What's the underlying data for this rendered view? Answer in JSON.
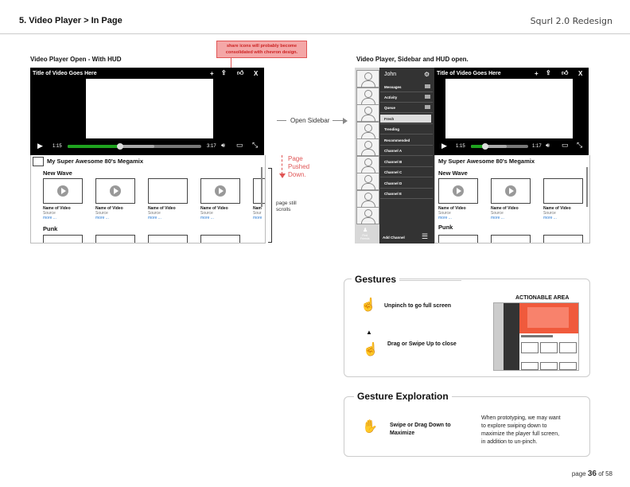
{
  "header": {
    "title": "5. Video Player > In Page",
    "brand": "Squrl 2.0 Redesign"
  },
  "left": {
    "label": "Video Player Open - With HUD",
    "note": "share icons will probably become consolidated with chevron design.",
    "player": {
      "title": "Title of Video Goes Here",
      "time_current": "1:15",
      "time_total": "3:17",
      "progress": 0.39,
      "buffered": 0.65
    },
    "mix_title": "My Super Awesome 80's Megamix",
    "categories": [
      "New Wave",
      "Punk"
    ],
    "videos": [
      {
        "name": "Name of Video",
        "source": "Source",
        "more": "more ...",
        "has_play": true
      },
      {
        "name": "Name of Video",
        "source": "Source",
        "more": "more ...",
        "has_play": true
      },
      {
        "name": "Name of Video",
        "source": "Source",
        "more": "more ...",
        "has_play": false
      },
      {
        "name": "Name of Video",
        "source": "Source",
        "more": "more ...",
        "has_play": true
      },
      {
        "name": "Nam",
        "source": "Sour",
        "more": "more",
        "has_play": false
      }
    ]
  },
  "middle": {
    "open_sidebar": "Open Sidebar",
    "page_pushed": [
      "Page",
      "Pushed",
      "Down."
    ],
    "page_scrolls": [
      "page still",
      "scrolls"
    ]
  },
  "right": {
    "label": "Video Player, Sidebar and HUD open.",
    "sidebar": {
      "user": "John",
      "items": [
        "Messages",
        "Activity",
        "Queue",
        "Fresh",
        "Trending",
        "Recommended",
        "Channel A",
        "Channel B",
        "Channel C",
        "Channel D",
        "Channel E"
      ],
      "find_friends": [
        "Find",
        "Friends"
      ],
      "add_channel": "Add Channel"
    },
    "player": {
      "title": "Title of Video Goes Here",
      "time_current": "1:15",
      "time_total": "1:17",
      "progress": 0.25,
      "buffered": 0.62
    },
    "mix_title": "My Super Awesome 80's Megamix",
    "categories": [
      "New Wave",
      "Punk"
    ],
    "videos": [
      {
        "name": "Name of Video",
        "source": "Source",
        "more": "more ...",
        "has_play": true
      },
      {
        "name": "Name of Video",
        "source": "Source",
        "more": "more ...",
        "has_play": true
      },
      {
        "name": "Name of Video",
        "source": "Source",
        "more": "more ...",
        "has_play": false
      }
    ]
  },
  "gestures": {
    "title": "Gestures",
    "actionable": "ACTIONABLE AREA",
    "items": [
      "Unpinch to go full screen",
      "Drag or Swipe Up to close"
    ]
  },
  "exploration": {
    "title": "Gesture Exploration",
    "item": [
      "Swipe or Drag Down to",
      "Maximize"
    ],
    "description": [
      "When prototyping, we may want",
      "to explore swiping down to",
      "maximize the player full screen,",
      "in addition to un-pinch."
    ]
  },
  "footer": {
    "prefix": "page",
    "page": "36",
    "suffix": "of 58"
  },
  "colors": {
    "accent_red": "#e05555",
    "progress_green": "#1fa31f",
    "link_blue": "#2a7bd4",
    "actionable": "#f05a3c"
  }
}
